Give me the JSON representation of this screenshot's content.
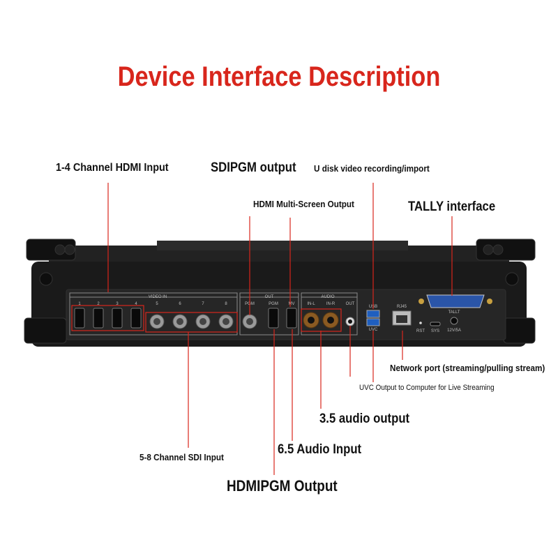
{
  "title": "Device Interface Description",
  "callouts": {
    "hdmi_in": "1-4 Channel HDMI Input",
    "sdi_pgm_out": "SDIPGM output",
    "udisk": "U disk video recording/import",
    "hdmi_mv_out": "HDMI Multi-Screen Output",
    "tally": "TALLY interface",
    "network": "Network port (streaming/pulling stream)",
    "uvc": "UVC Output to Computer for Live Streaming",
    "audio_35": "3.5 audio output",
    "audio_65": "6.5 Audio Input",
    "sdi_in": "5-8 Channel SDI Input",
    "hdmi_pgm_out": "HDMIPGM Output"
  },
  "panel": {
    "video_in": "VIDEO IN",
    "out": "OUT",
    "audio": "AUDIO",
    "port_numbers": [
      "1",
      "2",
      "3",
      "4",
      "5",
      "6",
      "7",
      "8"
    ],
    "pgm_sdi": "PGM",
    "pgm_hdmi": "PGM",
    "mv": "MV",
    "in_l": "IN-L",
    "in_r": "IN-R",
    "audio_out": "OUT",
    "usb": "USB",
    "uvc": "UVC",
    "rj45": "RJ45",
    "rst": "RST",
    "sys": "SYS",
    "tally": "TALLT",
    "power": "12V/5A"
  },
  "colors": {
    "accent": "#d8261c",
    "body": "#1a1a1a",
    "panel": "#262626",
    "silk": "#bfbfbf"
  }
}
